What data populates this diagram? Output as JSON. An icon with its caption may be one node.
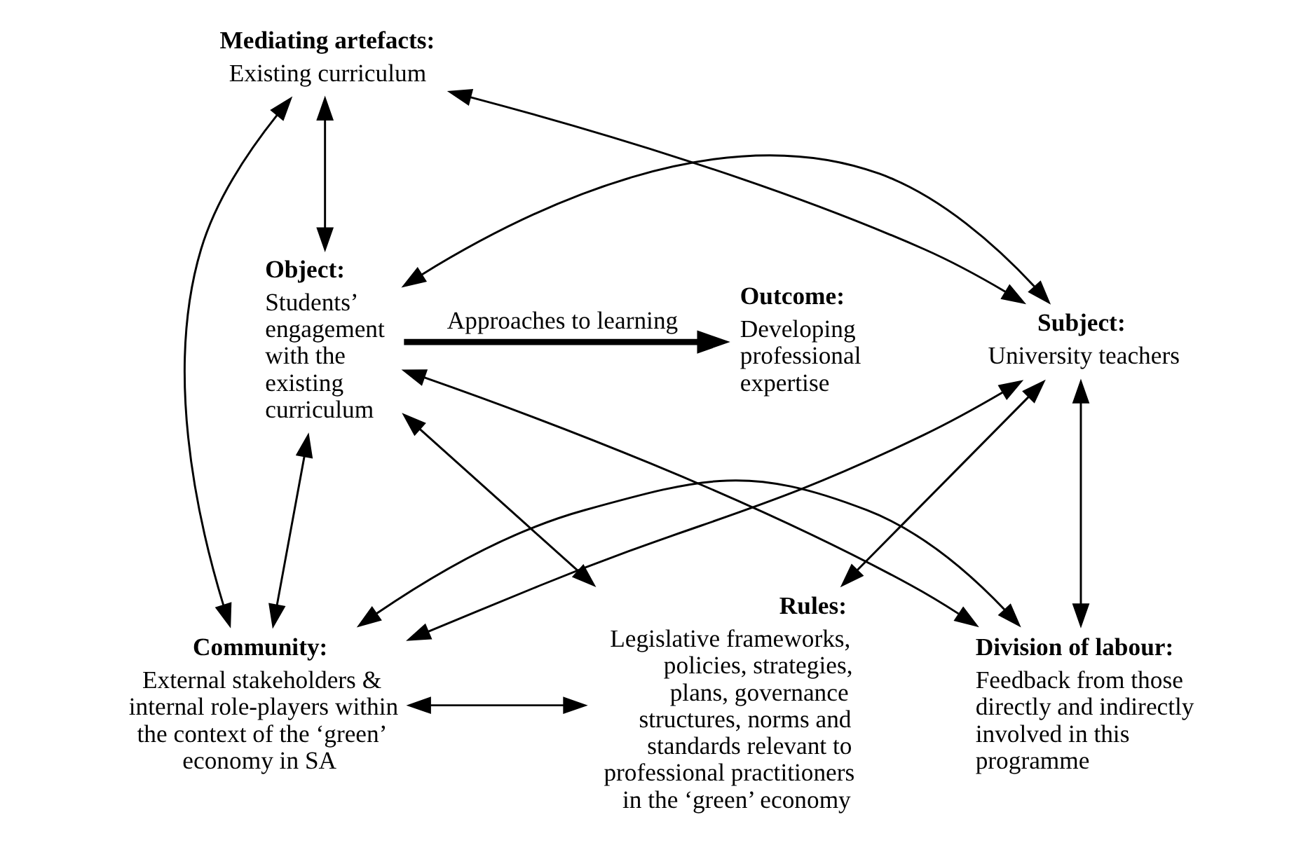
{
  "diagram": {
    "nodes": [
      {
        "text": [
          "Mediating artefacts:",
          "Existing curriculum"
        ]
      },
      {
        "text": [
          "Subject:",
          "University teachers"
        ]
      },
      {
        "text": [
          "Object:",
          "Students’ engagement with the existing curriculum"
        ]
      },
      {
        "text": [
          "Outcome:",
          "Developing professional expertise"
        ]
      },
      {
        "text": [
          "Rules:",
          "Legislative frameworks, policies, strategies, plans, governance structures, norms and standards relevant to professional practitioners in the ‘green’ economy"
        ]
      },
      {
        "text": [
          "Community:",
          "External stakeholders & internal role-players within the context of the ‘green’ economy in SA"
        ]
      },
      {
        "text": [
          "Division of labour:",
          "Feedback from those directly and indirectly involved in this programme"
        ]
      }
    ],
    "edges": [
      {
        "from": 0,
        "to": 1,
        "arrow": "both"
      },
      {
        "from": 0,
        "to": 2,
        "arrow": "both"
      },
      {
        "from": 0,
        "to": 5,
        "arrow": "both"
      },
      {
        "from": 1,
        "to": 2,
        "arrow": "both"
      },
      {
        "from": 1,
        "to": 4,
        "arrow": "both"
      },
      {
        "from": 1,
        "to": 5,
        "arrow": "both"
      },
      {
        "from": 1,
        "to": 6,
        "arrow": "both"
      },
      {
        "from": 2,
        "to": 4,
        "arrow": "both"
      },
      {
        "from": 2,
        "to": 5,
        "arrow": "both"
      },
      {
        "from": 2,
        "to": 6,
        "arrow": "both"
      },
      {
        "from": 4,
        "to": 5,
        "arrow": "both"
      },
      {
        "from": 5,
        "to": 6,
        "arrow": "both"
      },
      {
        "from": 2,
        "to": 3,
        "arrow": "to",
        "label": "Approaches to learning",
        "style": "thick"
      }
    ]
  }
}
